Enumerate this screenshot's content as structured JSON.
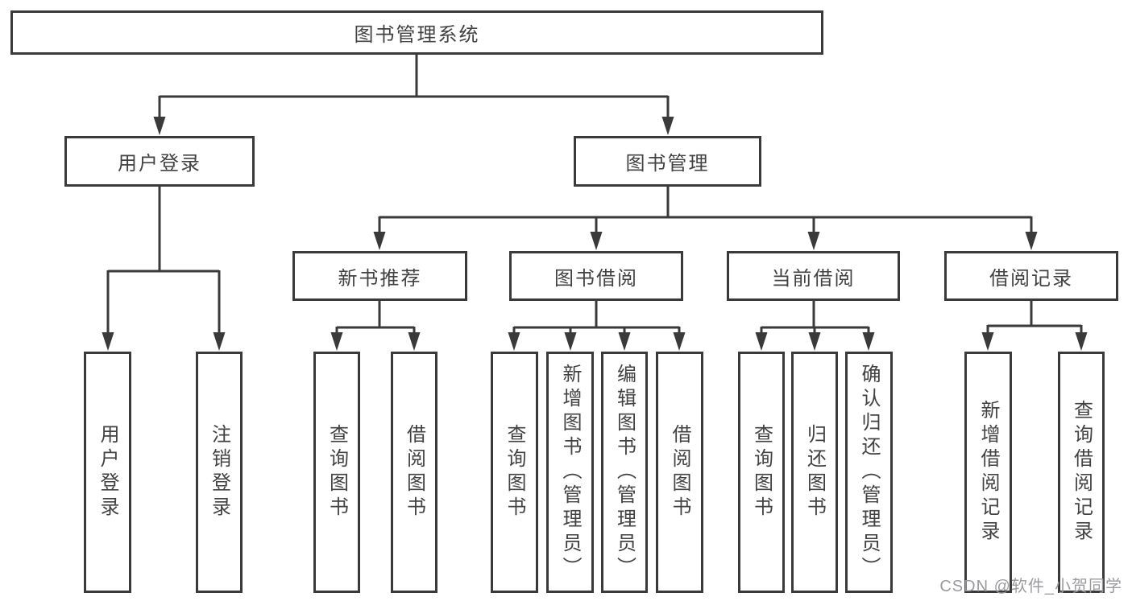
{
  "diagram": {
    "root": {
      "label": "图书管理系统"
    },
    "level2": [
      {
        "id": "user-login",
        "label": "用户登录"
      },
      {
        "id": "book-management",
        "label": "图书管理"
      }
    ],
    "level3": [
      {
        "id": "new-book-recommend",
        "label": "新书推荐"
      },
      {
        "id": "book-borrowing",
        "label": "图书借阅"
      },
      {
        "id": "current-borrowing",
        "label": "当前借阅"
      },
      {
        "id": "borrowing-records",
        "label": "借阅记录"
      }
    ],
    "leaves": {
      "user_login": [
        {
          "label": "用户登录"
        },
        {
          "label": "注销登录"
        }
      ],
      "new_book": [
        {
          "label": "查询图书"
        },
        {
          "label": "借阅图书"
        }
      ],
      "book_borrowing": [
        {
          "label": "查询图书"
        },
        {
          "label": "新增图书（管理员）"
        },
        {
          "label": "编辑图书（管理员）"
        },
        {
          "label": "借阅图书"
        }
      ],
      "current_borrowing": [
        {
          "label": "查询图书"
        },
        {
          "label": "归还图书"
        },
        {
          "label": "确认归还（管理员）"
        }
      ],
      "borrowing_records": [
        {
          "label": "新增借阅记录"
        },
        {
          "label": "查询借阅记录"
        }
      ]
    }
  },
  "watermark": {
    "text": "CSDN @软件_小贺同学"
  },
  "colors": {
    "line": "#3a3a3a",
    "border": "#3a3a3a",
    "text": "#424242",
    "background": "#ffffff",
    "watermark": "#9b9b9f"
  }
}
